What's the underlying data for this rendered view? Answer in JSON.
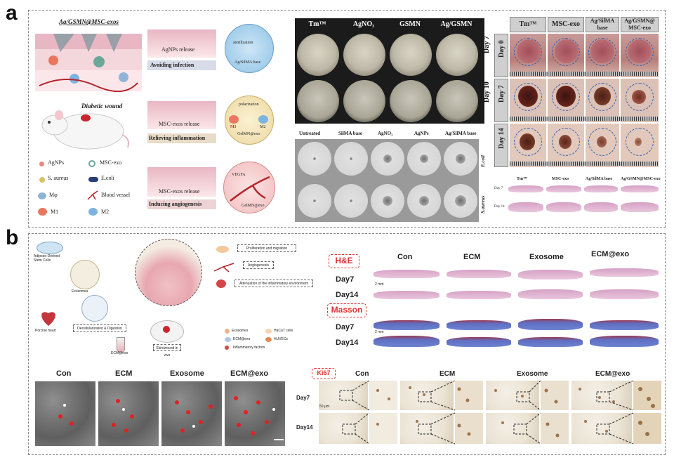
{
  "panel_a": {
    "letter": "a",
    "schematic": {
      "title": "Ag/GSMN@MSC-exos",
      "subject": "Diabetic wound",
      "legend": [
        {
          "label": "AgNPs",
          "icon": "agnp-icon",
          "color": "#e8877b"
        },
        {
          "label": "MSC-exo",
          "icon": "msc-exo-icon",
          "color": "#6aa89a"
        },
        {
          "label": "S. aureus",
          "icon": "s-aureus-icon",
          "color": "#d9c06a"
        },
        {
          "label": "E.coli",
          "icon": "e-coli-icon",
          "color": "#2b3e7a"
        },
        {
          "label": "Mφ",
          "icon": "macrophage-icon",
          "color": "#8fb4d8"
        },
        {
          "label": "Blood vessel",
          "icon": "blood-vessel-icon",
          "color": "#b3262d"
        },
        {
          "label": "M1",
          "icon": "m1-icon",
          "color": "#e9775f"
        },
        {
          "label": "M2",
          "icon": "m2-icon",
          "color": "#7db3e0"
        }
      ],
      "steps": [
        {
          "release": "AgNPs release",
          "caption": "Avoiding infection",
          "bubble_top": "sterilization",
          "bubble_bottom": "Ag/SilMA base"
        },
        {
          "release": "MSC-exos release",
          "caption": "Relieving inflammation",
          "bubble_top": "polarization",
          "bubble_m1": "M1",
          "bubble_m2": "M2",
          "bubble_bottom": "GelMN@exo"
        },
        {
          "release": "MSC-exos release",
          "caption": "Inducing angiogenesis",
          "bubble_top": "VEGFA",
          "bubble_bottom": "GelMN@exo"
        }
      ]
    },
    "plates": {
      "columns": [
        "Tm™",
        "AgNO₃",
        "GSMN",
        "Ag/GSMN"
      ],
      "rows": [
        "Day 7",
        "Day 10"
      ]
    },
    "inhibition": {
      "columns": [
        "Untreated",
        "SilMA base",
        "AgNO₃",
        "AgNPs",
        "Ag/SilMA base"
      ],
      "rows": [
        "E.coli",
        "S.aureus"
      ]
    },
    "wounds": {
      "columns": [
        "Tm™",
        "MSC-exo",
        "Ag/SilMA base",
        "Ag/GSMN@ MSC-exo"
      ],
      "rows": [
        "Day 0",
        "Day 7",
        "Day 14"
      ]
    },
    "histology": {
      "columns": [
        "Tm™",
        "MSC-exo",
        "Ag/SilMA base",
        "Ag/GSMN@MSC-exo"
      ],
      "rows": [
        "Day 7",
        "Day 14"
      ]
    }
  },
  "panel_b": {
    "letter": "b",
    "schematic": {
      "source1": "Adipose-Derived Stem Cells",
      "source2": "Porcine heart",
      "process": "Decellularization & Digestion",
      "exosomes": "Exosomes",
      "product": "ECM@exo",
      "invivo": "Skin/wound in vivo",
      "effects": [
        "Proliferation and migration",
        "Angiogenesis",
        "Attenuation of the inflammatory environment"
      ],
      "legend": [
        {
          "label": "Exosomes",
          "icon": "exosome-icon"
        },
        {
          "label": "HaCaT cells",
          "icon": "hacat-icon"
        },
        {
          "label": "ECM@exo",
          "icon": "ecm-exo-icon"
        },
        {
          "label": "HUVECs",
          "icon": "huvec-icon"
        },
        {
          "label": "Inflammatory factors",
          "icon": "inflammatory-icon"
        }
      ]
    },
    "stains": {
      "he_label": "H&E",
      "masson_label": "Masson",
      "columns": [
        "Con",
        "ECM",
        "Exosome",
        "ECM@exo"
      ],
      "rows": [
        "Day7",
        "Day14"
      ],
      "scale": "2 mm"
    },
    "micro": {
      "columns": [
        "Con",
        "ECM",
        "Exosome",
        "ECM@exo"
      ]
    },
    "ki67": {
      "label": "Ki67",
      "columns": [
        "Con",
        "ECM",
        "Exosome",
        "ECM@exo"
      ],
      "rows": [
        "Day7",
        "Day14"
      ],
      "scale": "50 μm"
    }
  }
}
